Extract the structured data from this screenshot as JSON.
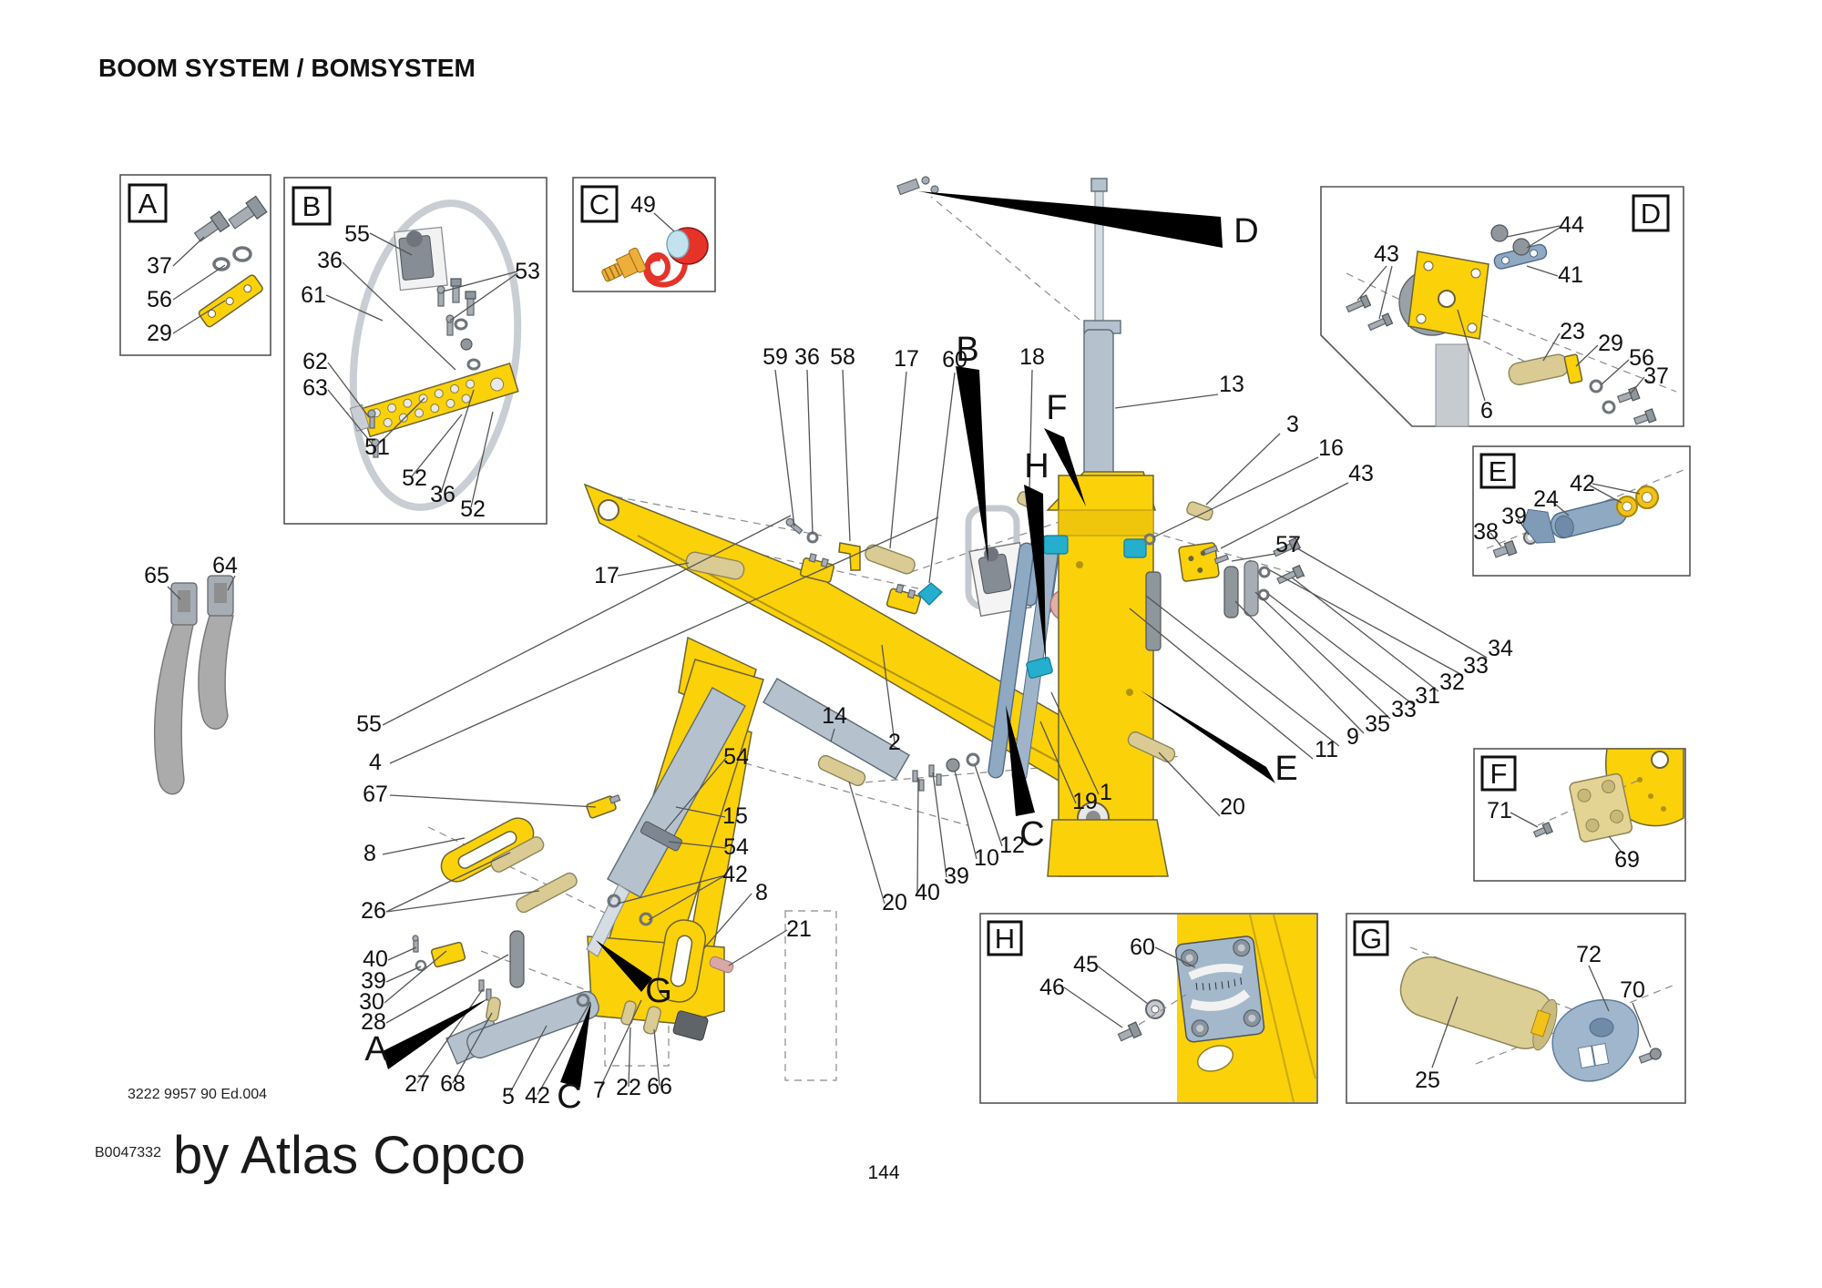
{
  "header": {
    "title": "BOOM SYSTEM / BOMSYSTEM"
  },
  "footer": {
    "doc_number": "3222 9957 90 Ed.004",
    "figure_code": "B0047332",
    "brand": "by Atlas Copco",
    "page_number": "144"
  },
  "colors": {
    "boom_yellow": "#FBD109",
    "steel_blue_gray": "#B5C2CE",
    "part_blue": "#8FA9C2",
    "pin_tan": "#D9CB93",
    "accent_cyan": "#25AECE",
    "cap_red": "#E5332A",
    "salmon_pink": "#E2AFA8",
    "strap_gray": "#ABABAB",
    "ring_yellow": "#F2C21C",
    "leader_line": "#555555"
  },
  "insets": {
    "a": {
      "letter": "A",
      "labels": [
        "37",
        "56",
        "29"
      ]
    },
    "b": {
      "letter": "B",
      "labels": [
        "55",
        "36",
        "61",
        "62",
        "63",
        "53",
        "51",
        "52",
        "36",
        "52"
      ]
    },
    "c": {
      "letter": "C",
      "labels": [
        "49"
      ]
    },
    "d": {
      "letter": "D",
      "labels": [
        "44",
        "43",
        "41",
        "23",
        "29",
        "56",
        "37",
        "6"
      ]
    },
    "e": {
      "letter": "E",
      "labels": [
        "42",
        "24",
        "39",
        "38"
      ]
    },
    "f": {
      "letter": "F",
      "labels": [
        "71",
        "69"
      ]
    },
    "g": {
      "letter": "G",
      "labels": [
        "72",
        "70",
        "25"
      ]
    },
    "h": {
      "letter": "H",
      "labels": [
        "60",
        "45",
        "46"
      ]
    }
  },
  "main": {
    "labels": [
      "59",
      "36",
      "58",
      "17",
      "60",
      "18",
      "13",
      "3",
      "16",
      "43",
      "57",
      "34",
      "33",
      "32",
      "31",
      "33",
      "35",
      "9",
      "11",
      "20",
      "19",
      "1",
      "12",
      "10",
      "39",
      "40",
      "20",
      "21",
      "8",
      "42",
      "54",
      "15",
      "54",
      "2",
      "14",
      "17",
      "65",
      "64",
      "55",
      "4",
      "67",
      "8",
      "26",
      "40",
      "39",
      "30",
      "28",
      "27",
      "68",
      "5",
      "42",
      "7",
      "22",
      "66"
    ],
    "letters": [
      "B",
      "D",
      "F",
      "H",
      "E",
      "C",
      "A",
      "C",
      "G"
    ]
  }
}
